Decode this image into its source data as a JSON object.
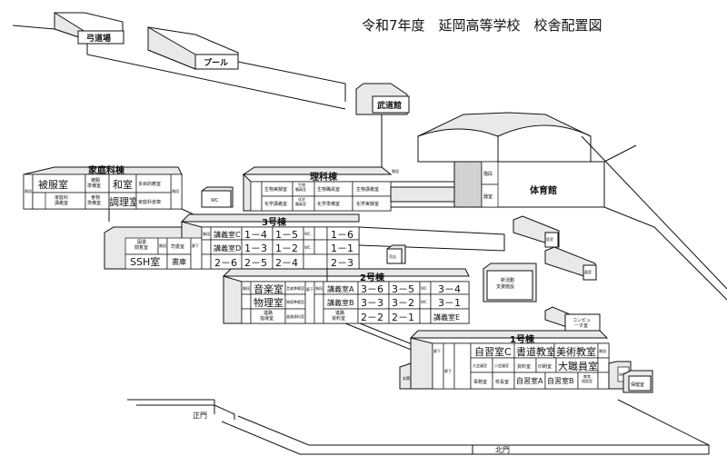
{
  "title": "令和7年度　延岡高等学校　校舎配置図",
  "facilities": {
    "kyudojo": "弓道場",
    "pool": "プール",
    "budokan": "武道館",
    "gym": "体育館",
    "gym_stairs": "階段",
    "gym_pump": "器室",
    "wc": "WC",
    "store": "売店",
    "ishitsu": "医室",
    "sozai": "器室",
    "shinkatsudo": "新活動\n支援施設",
    "computer": "コンピュ\nータ室",
    "gate_main": "正門",
    "gate_north": "北門"
  },
  "kateika": {
    "name": "家庭科棟",
    "stairs_left": "階段",
    "stairs_right": "階段",
    "rooms": [
      "被服室",
      "被服\n準備室",
      "和室",
      "多目的教室",
      "家庭科\n講義室",
      "食物\n準備室",
      "調理室",
      "家庭科倉庫"
    ]
  },
  "rika": {
    "name": "理科棟",
    "stairs": "階段",
    "rooms": [
      "生物実験室",
      "生物\n職員室",
      "生物職員室",
      "生物講義室",
      "化学講義室",
      "化学\n職員室",
      "化学準備室",
      "化学実験室"
    ]
  },
  "gou3": {
    "name": "3号棟",
    "stairs": "階段",
    "corridor": "廊下",
    "wc": "WC",
    "annex": [
      "図書\n閲覧室",
      "司書室",
      "SSH室",
      "書庫"
    ],
    "rows": [
      [
        "講義室C",
        "1－4",
        "1－5",
        "1－6"
      ],
      [
        "講義室D",
        "1－3",
        "1－2",
        "1－1"
      ],
      [
        "2－6",
        "2－5",
        "2－4",
        "2－3"
      ]
    ]
  },
  "gou2": {
    "name": "2号棟",
    "stairs": "階段",
    "corridor": "廊下",
    "wc": "WC",
    "left_rooms": [
      "音楽室",
      "音楽準備室",
      "物理室",
      "物理準備室",
      "進路\n指導室",
      "進路資料室"
    ],
    "rows": [
      [
        "講義室A",
        "3－6",
        "3－5",
        "3－4"
      ],
      [
        "講義室B",
        "3－3",
        "3－2",
        "3－1"
      ],
      [
        "進路\n資料室",
        "2－2",
        "2－1",
        "講義室E"
      ]
    ]
  },
  "gou1": {
    "name": "1号棟",
    "entrance": "玄関",
    "corridor": "廊下",
    "stairs": "階段",
    "wc": "WC",
    "rows": [
      [
        "自習室C",
        "書道教室",
        "美術教室"
      ],
      [
        "大会議室",
        "小会議室",
        "資料室",
        "印刷室",
        "大職員室"
      ],
      [
        "事務室",
        "校長室",
        "自習室A",
        "自習室B",
        "教育\n相談室"
      ]
    ],
    "hoken": "保健室"
  }
}
